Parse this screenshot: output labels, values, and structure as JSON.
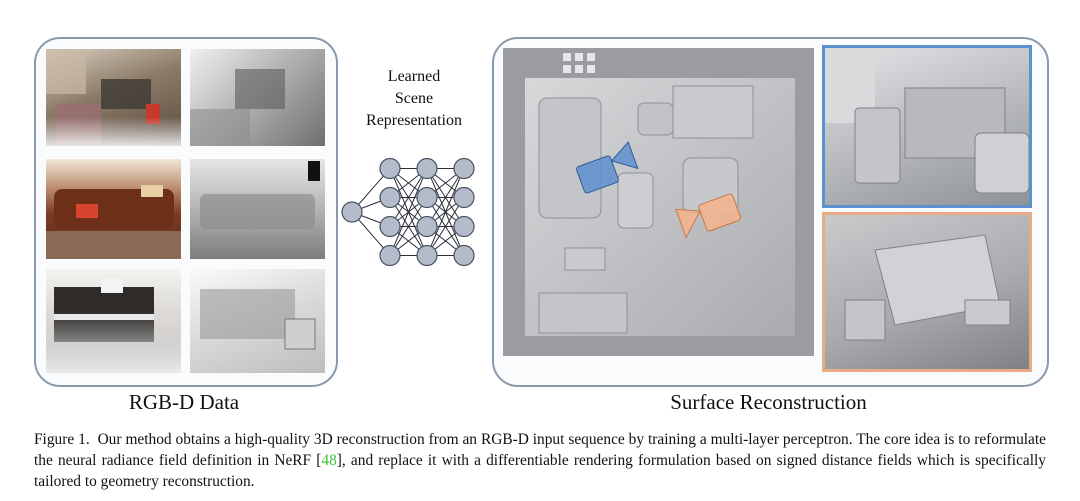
{
  "figure": {
    "left_label": "RGB-D Data",
    "right_label": "Surface Reconstruction",
    "network_title": [
      "Learned",
      "Scene",
      "Representation"
    ],
    "network_layers": [
      1,
      4,
      4,
      4
    ],
    "frame_colors": {
      "panel": "#8a98ab",
      "node_fill": "#b4bccb",
      "node_stroke": "#4a5262",
      "camera_blue": "#5e8fcf",
      "camera_orange": "#f2b48e"
    }
  },
  "caption": {
    "prefix": "Figure 1.",
    "text_before": "Our method obtains a high-quality 3D reconstruction from an RGB-D input sequence by training a multi-layer perceptron. The core idea is to reformulate the neural radiance field definition in NeRF [",
    "citation": "48",
    "text_after": "], and replace it with a differentiable rendering formulation based on signed distance fields which is specifically tailored to geometry reconstruction."
  }
}
